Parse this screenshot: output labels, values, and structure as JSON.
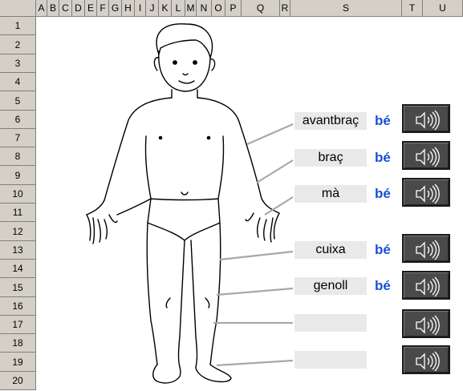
{
  "columns": [
    "A",
    "B",
    "C",
    "D",
    "E",
    "F",
    "G",
    "H",
    "I",
    "J",
    "K",
    "L",
    "M",
    "N",
    "O",
    "P",
    "Q",
    "R",
    "S",
    "T",
    "U"
  ],
  "rows": [
    "1",
    "2",
    "3",
    "4",
    "5",
    "6",
    "7",
    "8",
    "9",
    "10",
    "11",
    "12",
    "13",
    "14",
    "15",
    "16",
    "17",
    "18",
    "19",
    "20"
  ],
  "labels": [
    {
      "text": "avantbraç",
      "result": "bé"
    },
    {
      "text": "braç",
      "result": "bé"
    },
    {
      "text": "mà",
      "result": "bé"
    },
    {
      "text": "cuixa",
      "result": "bé"
    },
    {
      "text": "genoll",
      "result": "bé"
    },
    {
      "text": "",
      "result": ""
    },
    {
      "text": "",
      "result": ""
    }
  ],
  "colors": {
    "accent": "#1a4fd6",
    "button": "#4a4a4a",
    "label_bg": "#e9e9e9"
  },
  "icons": {
    "sound": "speaker-icon"
  }
}
